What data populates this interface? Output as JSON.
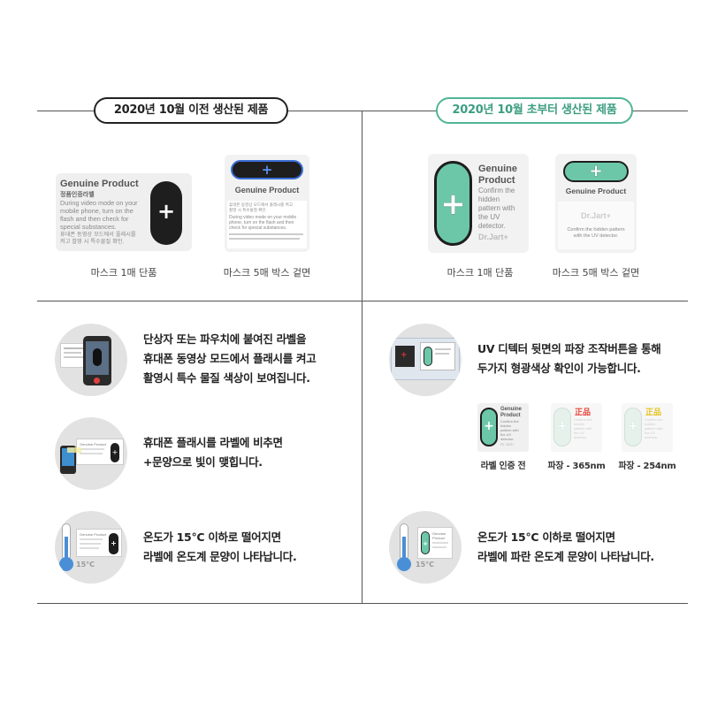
{
  "header_left": "2020년 10월 이전 생산된 제품",
  "header_right": "2020년 10월 초부터 생산된 제품",
  "old_product": {
    "card1": {
      "title": "Genuine Product",
      "subtitle": "정품인증라벨",
      "line1": "During video mode on your",
      "line2": "mobile phone, turn on the",
      "line3": "flash and then check for",
      "line4": "special substances.",
      "ko1": "휴대폰 동영상 모드에서 플래시를",
      "ko2": "켜고 촬영 시 특수물질 확인.",
      "symbol": "+",
      "caption": "마스크 1매 단품"
    },
    "card2": {
      "title": "Genuine Product",
      "symbol": "+",
      "ko1": "휴대폰 동영상 모드에서 플래시를 켜고",
      "ko2": "촬영 시 특수물질 확인.",
      "line1": "During video mode on your mobile",
      "line2": "phone, turn on the flash and then",
      "line3": "check for special substances.",
      "caption": "마스크 5매 박스 겉면"
    }
  },
  "new_product": {
    "card1": {
      "title1": "Genuine",
      "title2": "Product",
      "line1": "Confirm the",
      "line2": "hidden",
      "line3": "pattern with",
      "line4": "the UV",
      "line5": "detector.",
      "brand": "Dr.Jart+",
      "symbol": "+",
      "caption": "마스크 1매 단품"
    },
    "card2": {
      "title": "Genuine Product",
      "brand": "Dr.Jart+",
      "line1": "Confirm the hidden pattern",
      "line2": "with the UV detector.",
      "symbol": "+",
      "caption": "마스크 5매 박스 겉면"
    }
  },
  "old_methods": [
    {
      "line1": "단상자 또는 파우치에 붙여진 라벨을",
      "line2": "휴대폰 동영상 모드에서 플래시를 켜고",
      "line3": "활영시 특수 물질 색상이 보여집니다."
    },
    {
      "line1": "휴대폰 플래시를 라벨에 비추면",
      "line2": "+문양으로 빛이 맺힙니다."
    },
    {
      "line1": "온도가 15°C 이하로 떨어지면",
      "line2": "라벨에 온도계 문양이 나타납니다.",
      "temp": "15°C",
      "mini_title": "Genuine Product",
      "symbol": "+"
    }
  ],
  "new_methods": [
    {
      "line1": "UV 디텍터 뒷면의 파장 조작버튼을 통해",
      "line2": "두가지 형광색상 확인이 가능합니다."
    },
    {
      "line1": "온도가 15°C 이하로 떨어지면",
      "line2": "라벨에 파란 온도계 문양이 나타납니다.",
      "temp": "15°C",
      "mini_title1": "Genuine",
      "mini_title2": "Product",
      "symbol": "+"
    }
  ],
  "uv_samples": [
    {
      "label": "라벨 인증 전",
      "title1": "Genuine",
      "title2": "Product",
      "text1": "Confirm the",
      "text2": "hidden",
      "text3": "pattern with",
      "text4": "the UV",
      "text5": "detector.",
      "brand": "Dr.Jart+",
      "symbol": "+"
    },
    {
      "label": "파장 - 365nm",
      "mark": "正品",
      "mark_color": "#e8443a",
      "text1": "Confirm the",
      "text2": "hidden",
      "text3": "pattern with",
      "text4": "the UV",
      "text5": "detector.",
      "symbol": "+"
    },
    {
      "label": "파장 - 254nm",
      "mark": "正品",
      "mark_color": "#e6c220",
      "text1": "Confirm the",
      "text2": "hidden",
      "text3": "pattern with",
      "text4": "the UV",
      "text5": "detector.",
      "symbol": "+"
    }
  ],
  "colors": {
    "accent_green": "#4fb596",
    "label_black": "#1e1e1e",
    "thermo_blue": "#4a8fd6"
  }
}
